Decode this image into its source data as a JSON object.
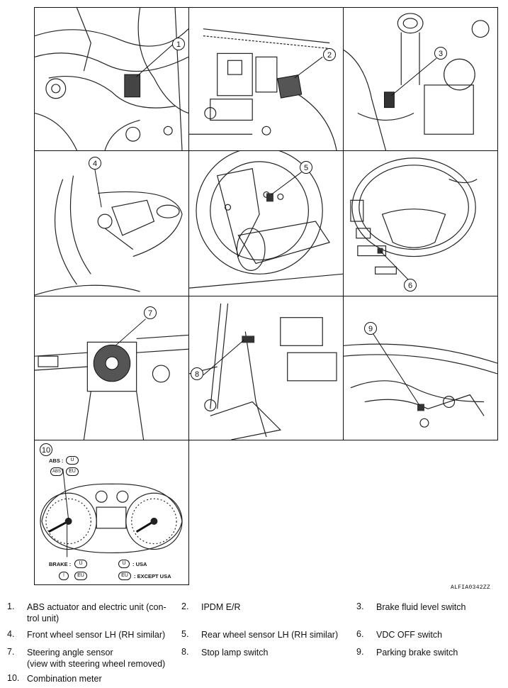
{
  "figure_code": "ALFIA0342ZZ",
  "callouts": [
    "1",
    "2",
    "3",
    "4",
    "5",
    "6",
    "7",
    "8",
    "9",
    "10"
  ],
  "meter": {
    "abs_label": "ABS :",
    "brake_label": "BRAKE :",
    "abs_icon_text": "ABS",
    "brake_icon_text": "!",
    "usa_code": "U",
    "eu_code": "EU",
    "usa_text": ": USA",
    "eu_text": ": EXCEPT USA"
  },
  "legend": [
    {
      "num": "1.",
      "text": "ABS actuator and electric unit (con-"
    },
    {
      "num": "",
      "text": "trol unit)"
    },
    {
      "num": "2.",
      "text": "IPDM E/R"
    },
    {
      "num": "3.",
      "text": "Brake fluid level switch"
    },
    {
      "num": "4.",
      "text": "Front wheel sensor LH (RH similar)"
    },
    {
      "num": "5.",
      "text": "Rear wheel sensor LH (RH similar)"
    },
    {
      "num": "6.",
      "text": "VDC OFF switch"
    },
    {
      "num": "7.",
      "text": "Steering angle sensor"
    },
    {
      "num": "",
      "text": "(view with steering wheel removed)"
    },
    {
      "num": "8.",
      "text": "Stop lamp switch"
    },
    {
      "num": "9.",
      "text": "Parking brake switch"
    },
    {
      "num": "10.",
      "text": "Combination meter"
    }
  ]
}
